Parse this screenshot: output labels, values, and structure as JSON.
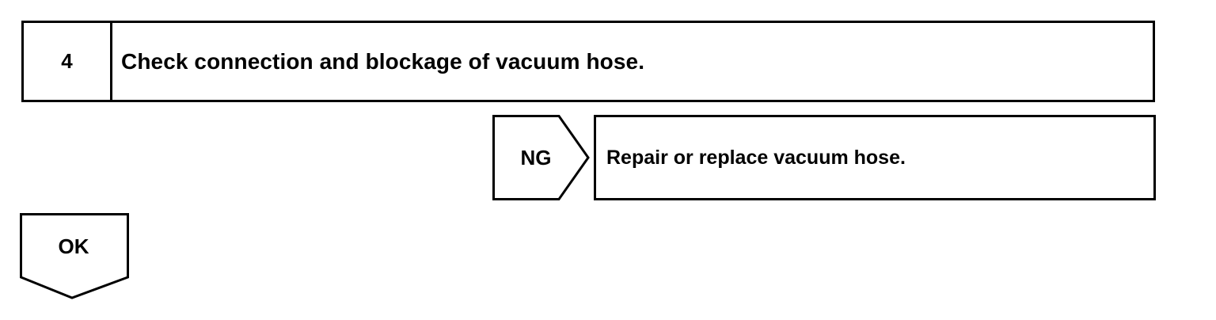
{
  "step": {
    "number": "4",
    "title": "Check connection and blockage of vacuum hose."
  },
  "ng_branch": {
    "label": "NG",
    "result": "Repair or replace vacuum hose."
  },
  "ok_branch": {
    "label": "OK"
  }
}
